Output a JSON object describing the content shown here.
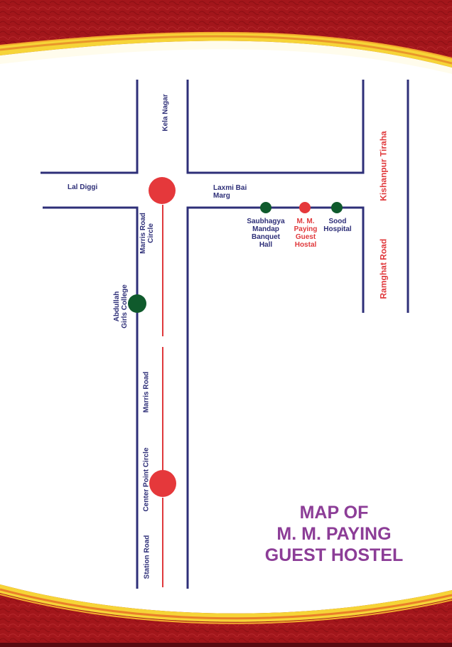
{
  "map_title": [
    "MAP OF",
    "M. M. PAYING",
    "GUEST HOSTEL"
  ],
  "colors": {
    "road": "#2e2f78",
    "label": "#2e2f78",
    "highlight": "#e0393c",
    "green_marker": "#0f5a2c",
    "red_marker": "#e5383b",
    "title": "#8c3d97",
    "banner_red": "#a3161b",
    "banner_yellow": "#f4d33a"
  },
  "roads": {
    "kela_nagar": "Kela Nagar",
    "lal_diggi": "Lal Diggi",
    "laxmi_bai_marg": "Laxmi Bai\nMarg",
    "marris_road_circle": "Marris Road\nCircle",
    "marris_road": "Marris Road",
    "center_point_circle": "Center Point Circle",
    "station_road": "Station Road",
    "kishanpur_tiraha": "Kishanpur Tiraha",
    "ramghat_road": "Ramghat Road"
  },
  "landmarks": {
    "abdullah": "Abdullah\nGirls College",
    "saubhagya": "Saubhagya\nMandap\nBanquet\nHall",
    "mm_hostel": "M. M.\nPaying\nGuest\nHostal",
    "sood": "Sood\nHospital"
  },
  "markers": [
    {
      "name": "marris-road-circle-marker",
      "color": "red",
      "size": "large"
    },
    {
      "name": "abdullah-college-marker",
      "color": "green",
      "size": "medium"
    },
    {
      "name": "center-point-circle-marker",
      "color": "red",
      "size": "large"
    },
    {
      "name": "saubhagya-marker",
      "color": "green",
      "size": "small"
    },
    {
      "name": "mm-hostel-marker",
      "color": "red",
      "size": "small"
    },
    {
      "name": "sood-hospital-marker",
      "color": "green",
      "size": "small"
    }
  ]
}
